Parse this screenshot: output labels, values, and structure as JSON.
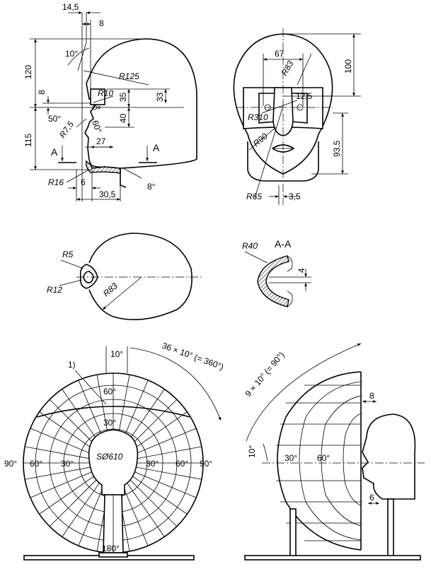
{
  "side_view": {
    "dims": [
      "14,5",
      "8",
      "10°",
      "R125",
      "120",
      "8",
      "R10",
      "35",
      "33",
      "50°",
      "60°",
      "40",
      "R7,5",
      "115",
      "27",
      "A",
      "A",
      "R16",
      "6",
      "30,5",
      "8°"
    ]
  },
  "front_view": {
    "dims": [
      "67",
      "R83",
      "100",
      "12,5",
      "R310",
      "R90",
      "93,5",
      "R65",
      "3,5"
    ]
  },
  "top_section": {
    "dims": [
      "R5",
      "R12",
      "R83"
    ]
  },
  "section_aa": {
    "title": "A-A",
    "dims": [
      "R40",
      "4"
    ]
  },
  "sphere_front": {
    "labels": [
      "10°",
      "36 × 10° (= 360°)",
      "1)",
      "60°",
      "30°",
      "SØ610",
      "90°",
      "60°",
      "30°",
      "30°",
      "60°",
      "90°",
      "180°"
    ]
  },
  "sphere_side": {
    "labels": [
      "9 × 10° (= 90°)",
      "8",
      "10°",
      "30°",
      "60°",
      "6"
    ]
  }
}
